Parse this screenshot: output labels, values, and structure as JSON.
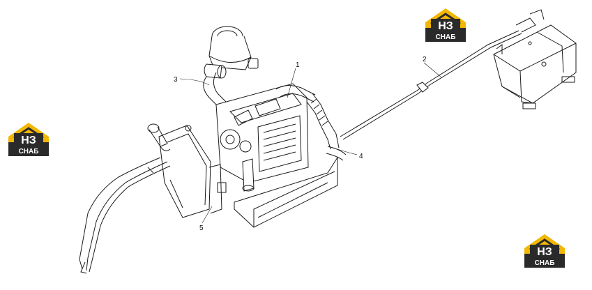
{
  "diagram": {
    "callouts": [
      {
        "id": "c1",
        "label": "1"
      },
      {
        "id": "c2",
        "label": "2"
      },
      {
        "id": "c3",
        "label": "3"
      },
      {
        "id": "c4",
        "label": "4"
      },
      {
        "id": "c5",
        "label": "5"
      }
    ]
  },
  "logos": [
    {
      "mark": "НЗ",
      "text": "СНАБ"
    },
    {
      "mark": "НЗ",
      "text": "СНАБ"
    },
    {
      "mark": "НЗ",
      "text": "СНАБ"
    }
  ],
  "colors": {
    "line": "#1a1a1a",
    "logo_yellow": "#f2b705",
    "logo_dark": "#2a2a2a",
    "logo_text": "#ffffff"
  }
}
